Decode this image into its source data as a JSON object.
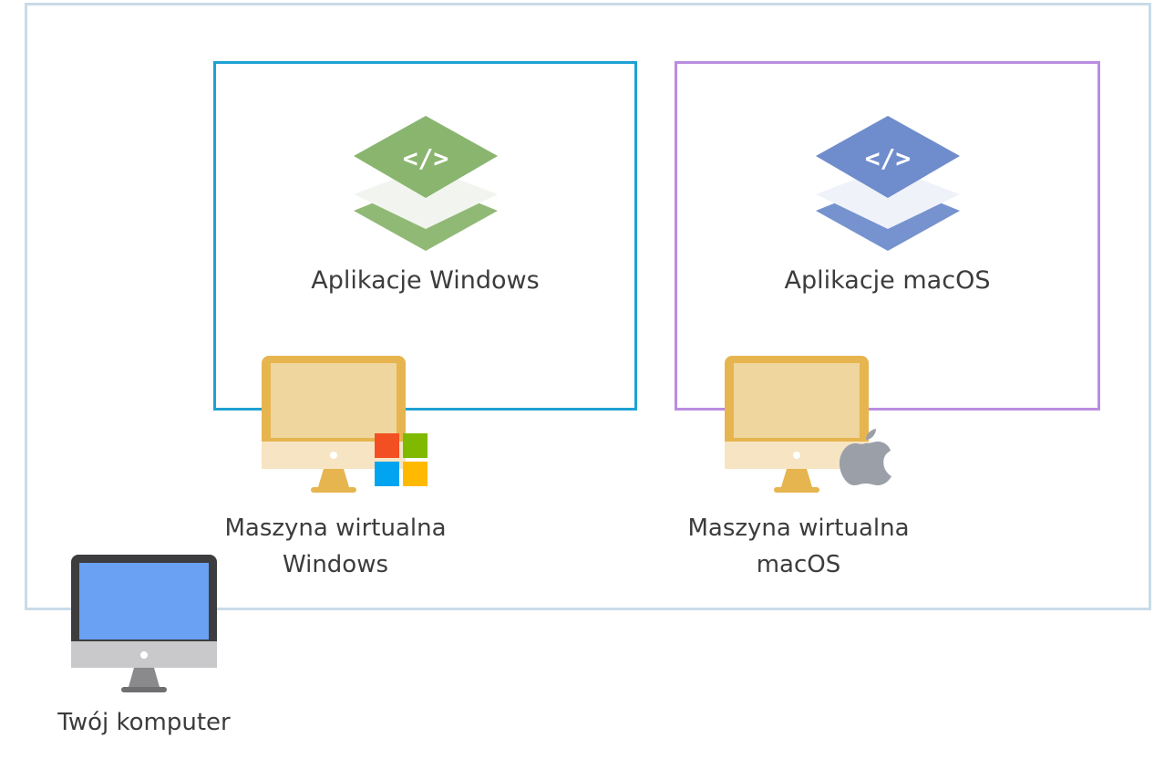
{
  "colors": {
    "host_frame": "#c9dbe8",
    "windows_box": "#1ea1d2",
    "macos_box": "#b98de0",
    "windows_stack": "#8ab56f",
    "macos_stack": "#6f8ccc",
    "vm_monitor": "#e6b54f",
    "host_monitor_screen": "#6aa1f2"
  },
  "windows_apps": {
    "label": "Aplikacje Windows",
    "icon": "code-layers-icon"
  },
  "macos_apps": {
    "label": "Aplikacje macOS",
    "icon": "code-layers-icon"
  },
  "windows_vm": {
    "line1": "Maszyna wirtualna",
    "line2": "Windows",
    "icon": "windows-logo-icon"
  },
  "macos_vm": {
    "line1": "Maszyna wirtualna",
    "line2": "macOS",
    "icon": "apple-logo-icon"
  },
  "host": {
    "label": "Twój komputer",
    "icon": "desktop-computer-icon"
  }
}
